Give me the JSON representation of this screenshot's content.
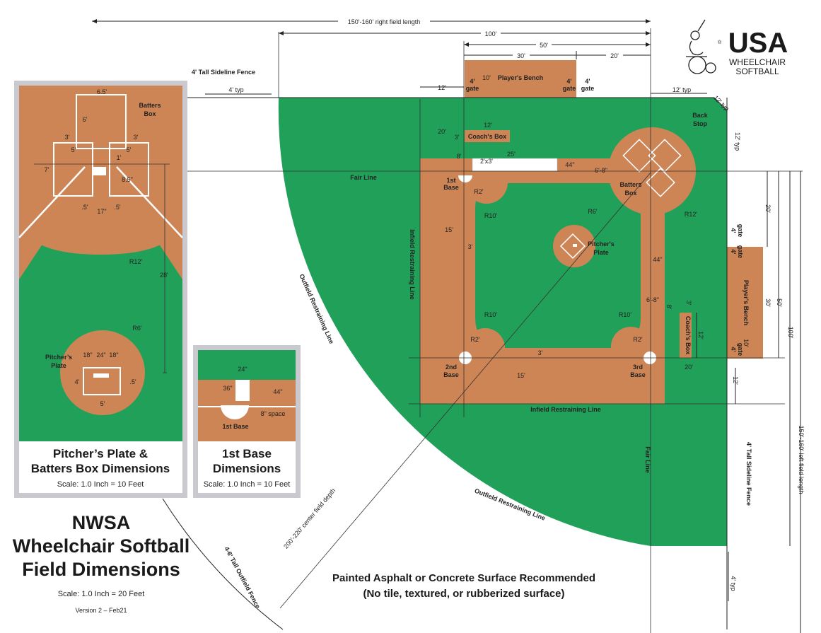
{
  "main_title": {
    "line1": "NWSA",
    "line2": "Wheelchair Softball",
    "line3": "Field Dimensions",
    "scale": "Scale: 1.0 Inch = 20 Feet",
    "version": "Version 2 – Feb21"
  },
  "logo": {
    "brand": "USA",
    "line1": "WHEELCHAIR",
    "line2": "SOFTBALL",
    "reg": "®"
  },
  "surface_note": {
    "line1": "Painted Asphalt or Concrete Surface Recommended",
    "line2": "(No tile, textured, or rubberized surface)"
  },
  "inset_pitcher": {
    "title1": "Pitcher’s Plate &",
    "title2": "Batters Box Dimensions",
    "scale": "Scale: 1.0 Inch = 10 Feet",
    "labels": {
      "batters_box1": "Batters",
      "batters_box2": "Box",
      "w65": "6.5'",
      "d6": "6'",
      "d3a": "3'",
      "d3b": "3'",
      "d5a": "5'",
      "d5b": "5'",
      "d7": "7'",
      "d1": "1'",
      "d85": "8.5\"",
      "d5l": ".5'",
      "d17": "17\"",
      "d5r": ".5'",
      "r12": "R12'",
      "d28": "28'",
      "r6": "R6'",
      "pp1": "Pitcher’s",
      "pp2": "Plate",
      "d18a": "18\"",
      "d24": "24\"",
      "d18b": "18\"",
      "d4": "4'",
      "d5c": ".5'",
      "d5w": "5'"
    }
  },
  "inset_base": {
    "title1": "1st Base",
    "title2": "Dimensions",
    "scale": "Scale: 1.0 Inch = 10 Feet",
    "labels": {
      "d24": "24\"",
      "d36": "36\"",
      "d44": "44\"",
      "space": "8\" space",
      "base": "1st Base"
    }
  },
  "field_labels": {
    "right_field_length": "150'-160' right field length",
    "left_field_length": "150'-160' left field length",
    "center_depth": "200'-220' center field depth",
    "d100_top": "100'",
    "d50_top": "50'",
    "d30_top": "30'",
    "d20_top": "20'",
    "d12_topleft": "12'",
    "gate_a1": "4'",
    "gate_a2": "gate",
    "players_bench": "Player's Bench",
    "d10_bench": "10'",
    "gate_b1": "4'",
    "gate_b2": "gate",
    "gate_c1": "4'",
    "gate_c2": "gate",
    "d12typ_top": "12' typ",
    "d12typ_corner": "12' typ",
    "d12typ_right": "12' typ",
    "back_stop1": "Back",
    "back_stop2": "Stop",
    "sideline_fence_top": "4' Tall Sideline Fence",
    "d4typ_top": "4' typ",
    "d20_coach": "20'",
    "d3_coach": "3'",
    "d12_coach": "12'",
    "coach_box_top": "Coach's Box",
    "d8_base": "8'",
    "d25": "25'",
    "d44_top": "44\"",
    "d2x3": "2'x3'",
    "d68_top": "6'-8\"",
    "base1_1": "1st",
    "base1_2": "Base",
    "r2_1": "R2'",
    "r10_1": "R10'",
    "fair_line_left": "Fair Line",
    "d15_left": "15'",
    "d3_left": "3'",
    "infield_line_left": "Infield Restraining Line",
    "batters_box1": "Batters",
    "batters_box2": "Box",
    "r12": "R12'",
    "r6": "R6'",
    "pitchers_plate1": "Pitcher's",
    "pitchers_plate2": "Plate",
    "d44_right": "44\"",
    "d68_right": "6'-8\"",
    "d8_right": "8'",
    "r10_2": "R10'",
    "r10_3": "R10'",
    "r2_2": "R2'",
    "r2_3": "R2'",
    "d3_bottom": "3'",
    "base2_1": "2nd",
    "base2_2": "Base",
    "base3_1": "3rd",
    "base3_2": "Base",
    "d15_bottom": "15'",
    "d20_bottom": "20'",
    "infield_line_bottom": "Infield Restraining Line",
    "coach_box_right": "Coach's Box",
    "d3_right": "3'",
    "d12_right": "12'",
    "d20_right": "20'",
    "d30_right": "30'",
    "d50_right": "50'",
    "d100_right": "100'",
    "players_bench_right": "Player's Bench",
    "d10_bench_right": "10'",
    "gate_d1": "4'",
    "gate_d2": "gate",
    "gate_e1": "4'",
    "gate_e2": "gate",
    "gate_f1": "4'",
    "gate_f2": "gate",
    "d12_right_low": "12'",
    "outfield_line_left": "Outfield Restraining Line",
    "outfield_line_bottom": "Outfield Restraining Line",
    "fair_line_bottom": "Fair Line",
    "sideline_fence_right": "4' Tall Sideline Fence",
    "d4typ_right": "4' typ",
    "outfield_fence": "4-6' Tall Outfield Fence"
  },
  "colors": {
    "grass": "#21a05a",
    "dirt": "#cd8556",
    "frame": "#c9c9cf",
    "line": "#222222",
    "white": "#ffffff"
  }
}
